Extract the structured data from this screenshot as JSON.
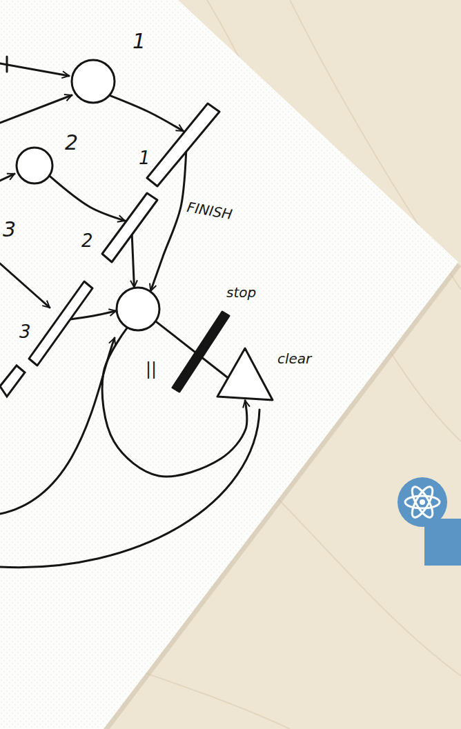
{
  "diagram": {
    "nodes": [
      {
        "text": [
          "1"
        ]
      },
      {
        "text": [
          "2"
        ]
      },
      {
        "text": [
          "1"
        ]
      },
      {
        "text": [
          "2"
        ]
      },
      {
        "text": [
          "3"
        ]
      },
      {
        "text": [
          "||"
        ]
      },
      {
        "text": [
          "stop"
        ]
      },
      {
        "text": [
          "clear"
        ]
      }
    ],
    "edges": [
      {
        "from": 0,
        "to": 2,
        "arrow": "to"
      },
      {
        "from": 1,
        "to": 3,
        "arrow": "to"
      },
      {
        "from": 2,
        "to": 5,
        "arrow": "to"
      },
      {
        "from": 3,
        "to": 5,
        "arrow": "to"
      },
      {
        "from": 4,
        "to": 5,
        "arrow": "to"
      },
      {
        "from": 5,
        "to": 7,
        "arrow": "none"
      },
      {
        "from": 5,
        "to": 7,
        "arrow": "to"
      }
    ],
    "labels": [
      "FINISH",
      "3"
    ]
  }
}
